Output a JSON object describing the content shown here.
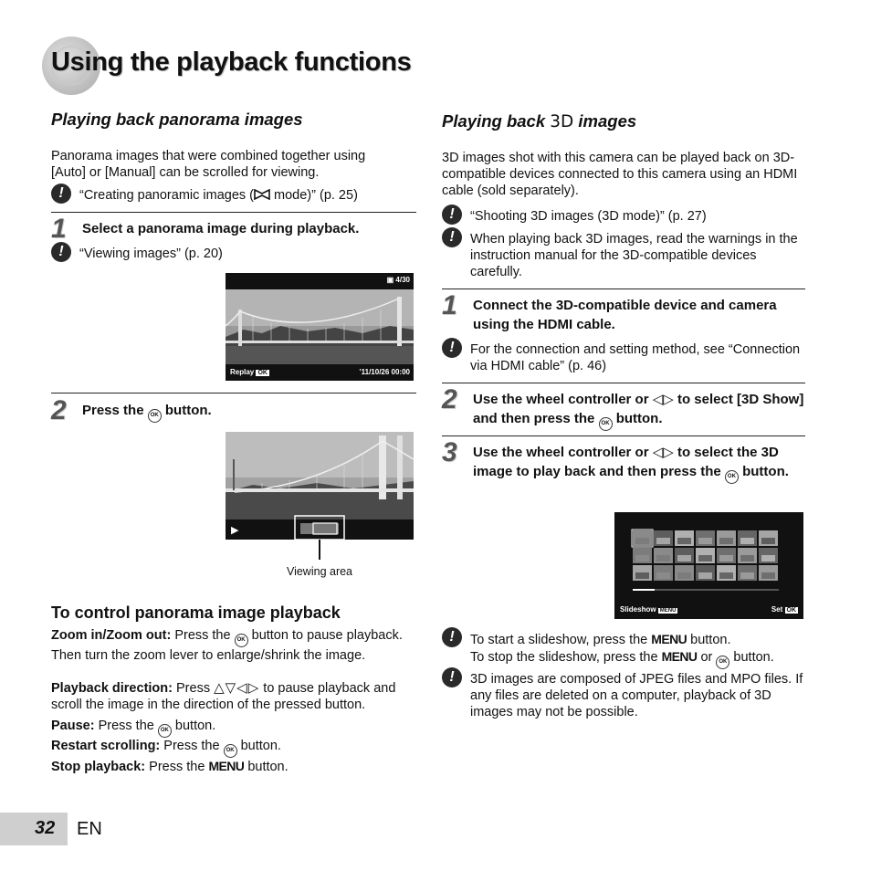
{
  "page_title": "Using the playback functions",
  "left": {
    "heading": "Playing back panorama images",
    "intro": "Panorama images that were combined together using [Auto] or [Manual] can be scrolled for viewing.",
    "note_ref_pre": "“Creating panoramic images (",
    "note_ref_post": " mode)” (p. 25)",
    "step1": {
      "num": "1",
      "text": "Select a panorama image during playback.",
      "note": "“Viewing images” (p. 20)"
    },
    "screen1": {
      "counter": "4/30",
      "replay": "Replay",
      "ok": "OK",
      "date": "’11/10/26  00:00"
    },
    "step2": {
      "num": "2",
      "pre": "Press the",
      "post": "button."
    },
    "screen2": {
      "play_icon": "▶",
      "caption": "Viewing area"
    },
    "control": {
      "heading": "To control panorama image playback",
      "zoom_label": "Zoom in/Zoom out:",
      "zoom_pre": "Press the",
      "zoom_post": "button to pause playback. Then turn the zoom lever to enlarge/shrink the image.",
      "dir_label": "Playback direction:",
      "dir_pre": "Press",
      "dir_arrows": "△▽◁▷",
      "dir_post": "to pause playback and scroll the image in the direction of the pressed button.",
      "pause_label": "Pause:",
      "pause_pre": "Press the",
      "pause_post": "button.",
      "restart_label": "Restart scrolling:",
      "restart_pre": "Press the",
      "restart_post": "button.",
      "stop_label": "Stop playback:",
      "stop_pre": "Press the",
      "stop_menu": "MENU",
      "stop_post": "button."
    }
  },
  "right": {
    "heading_pre": "Playing back",
    "heading_3d": "3D",
    "heading_post": "images",
    "intro": "3D images shot with this camera can be played back on 3D-compatible devices connected to this camera using an HDMI cable (sold separately).",
    "note1": "“Shooting 3D images (3D mode)” (p. 27)",
    "note2": "When playing back 3D images, read the warnings in the instruction manual for the 3D-compatible devices carefully.",
    "step1": {
      "num": "1",
      "text": "Connect the 3D-compatible device and camera using the HDMI cable.",
      "note": "For the connection and setting method, see “Connection via HDMI cable” (p. 46)"
    },
    "step2": {
      "num": "2",
      "pre": "Use the wheel controller or",
      "arrows": "◁▷",
      "mid": "to select [3D Show] and then press the",
      "post": "button."
    },
    "step3": {
      "num": "3",
      "pre": "Use the wheel controller or",
      "arrows": "◁▷",
      "mid": "to select the 3D image to play back and then press the",
      "post": "button."
    },
    "screen3": {
      "slideshow": "Slideshow",
      "menu": "MENU",
      "set": "Set",
      "ok": "OK"
    },
    "note3_a_pre": "To start a slideshow, press the",
    "note3_a_menu": "MENU",
    "note3_a_post": "button.",
    "note3_b_pre": "To stop the slideshow, press the",
    "note3_b_menu": "MENU",
    "note3_b_or": "or",
    "note3_b_post": "button.",
    "note4": "3D images are composed of JPEG files and MPO files. If any files are deleted on a computer, playback of 3D images may not be possible."
  },
  "footer": {
    "page": "32",
    "lang": "EN"
  },
  "icons": {
    "ok": "OK",
    "warn": "!"
  }
}
